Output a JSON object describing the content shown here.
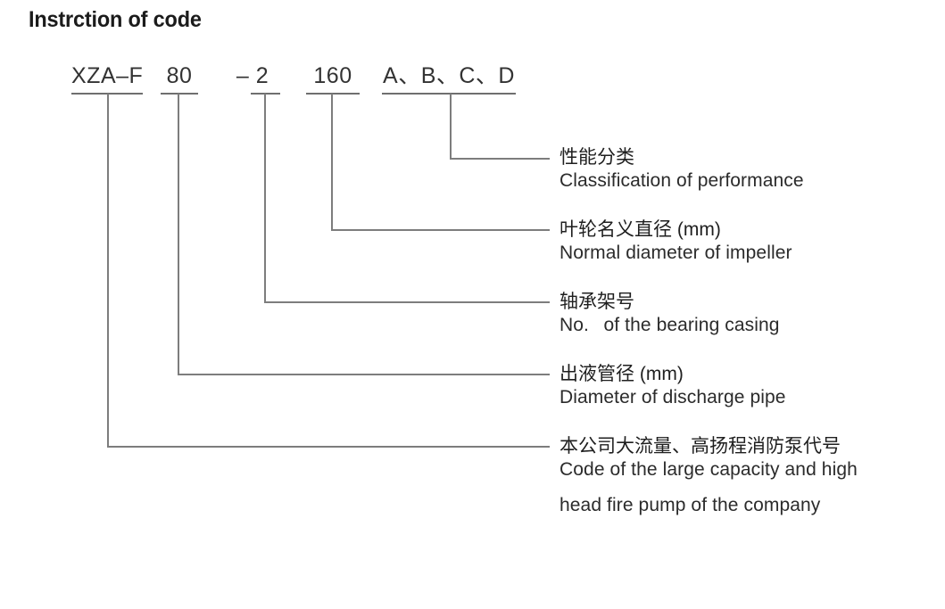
{
  "title": "Instrction of code",
  "code": {
    "segments": [
      {
        "text": "XZA–F",
        "name": "code-segment-series"
      },
      {
        "text": "80",
        "name": "code-segment-discharge-diameter"
      },
      {
        "text": "– 2",
        "name": "code-segment-bearing-casing-no"
      },
      {
        "text": "160",
        "name": "code-segment-impeller-diameter"
      },
      {
        "text": "A、B、C、D",
        "name": "code-segment-performance-class"
      }
    ]
  },
  "labels": [
    {
      "cn": "性能分类",
      "en": [
        "Classification of performance"
      ]
    },
    {
      "cn": "叶轮名义直径 (mm)",
      "en": [
        "Normal diameter of impeller"
      ]
    },
    {
      "cn": "轴承架号",
      "en": [
        "No.  of the bearing casing"
      ]
    },
    {
      "cn": "出液管径 (mm)",
      "en": [
        "Diameter of discharge pipe"
      ]
    },
    {
      "cn": "本公司大流量、高扬程消防泵代号",
      "en": [
        "Code of the large capacity and high",
        "head fire pump of the company"
      ]
    }
  ],
  "colors": {
    "background": "#ffffff",
    "text": "#2b2b2b",
    "title": "#1b1b1b",
    "leader_line": "#7d7d7d"
  }
}
